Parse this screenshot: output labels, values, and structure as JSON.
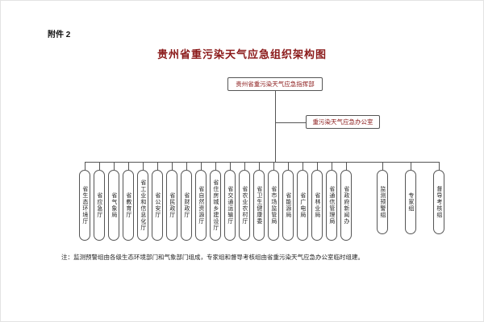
{
  "attachment_label": "附件 2",
  "title": "贵州省重污染天气应急组织架构图",
  "colors": {
    "title_accent": "#8b1a1a",
    "line": "#555555",
    "text": "#222222"
  },
  "command_box": {
    "label": "贵州省重污染天气应急指挥部"
  },
  "office_box": {
    "label": "重污染天气应急办公室"
  },
  "departments": [
    "省生态环境厅",
    "省应急厅",
    "省气象局",
    "省教育厅",
    "省工业和信息化厅",
    "省公安厅",
    "省民政厅",
    "省财政厅",
    "省自然资源厅",
    "省住房城乡建设厅",
    "省交通运输厅",
    "省农业农村厅",
    "省卫生健康委",
    "省市场监管局",
    "省能源局",
    "省广电局",
    "省林业局",
    "省通信管理局",
    "省政府新闻办"
  ],
  "groups": [
    "监测预警组",
    "专家组",
    "督导考核组"
  ],
  "note": "注：监测预警组由各级生态环境部门和气象部门组成，专家组和督导考核组由省重污染天气应急办公室临时组建。"
}
